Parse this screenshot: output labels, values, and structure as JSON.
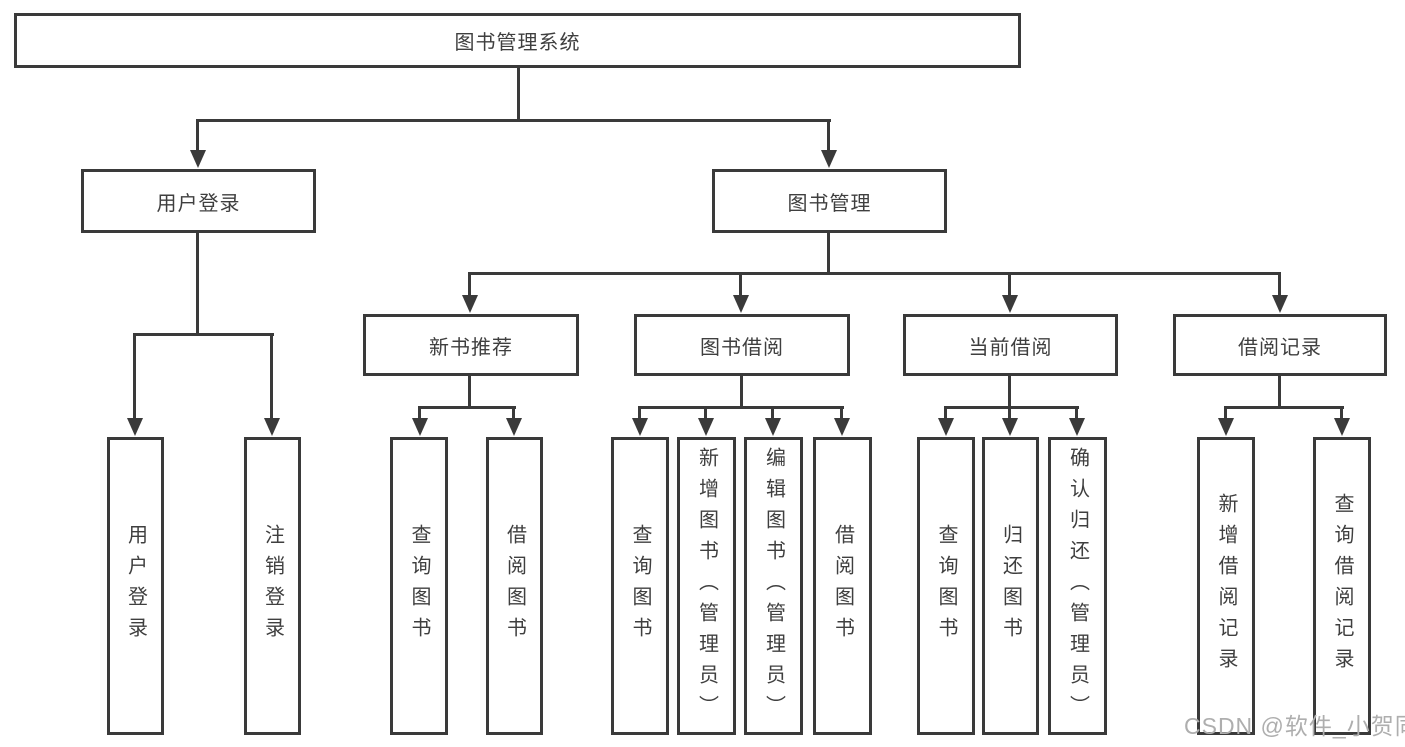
{
  "tree": {
    "label": "图书管理系统",
    "children": [
      {
        "label": "用户登录",
        "children": [
          {
            "label": "用户登录"
          },
          {
            "label": "注销登录"
          }
        ]
      },
      {
        "label": "图书管理",
        "children": [
          {
            "label": "新书推荐",
            "children": [
              {
                "label": "查询图书"
              },
              {
                "label": "借阅图书"
              }
            ]
          },
          {
            "label": "图书借阅",
            "children": [
              {
                "label": "查询图书"
              },
              {
                "label": "新增图书（管理员）"
              },
              {
                "label": "编辑图书（管理员）"
              },
              {
                "label": "借阅图书"
              }
            ]
          },
          {
            "label": "当前借阅",
            "children": [
              {
                "label": "查询图书"
              },
              {
                "label": "归还图书"
              },
              {
                "label": "确认归还（管理员）"
              }
            ]
          },
          {
            "label": "借阅记录",
            "children": [
              {
                "label": "新增借阅记录"
              },
              {
                "label": "查询借阅记录"
              }
            ]
          }
        ]
      }
    ]
  },
  "watermark": {
    "text": "CSDN @软件_小贺同学"
  },
  "colors": {
    "line": "#3a3a3a",
    "text": "#3f3f3f",
    "background": "#ffffff",
    "box_fill": "#ffffff",
    "watermark": "#aeaeae"
  }
}
